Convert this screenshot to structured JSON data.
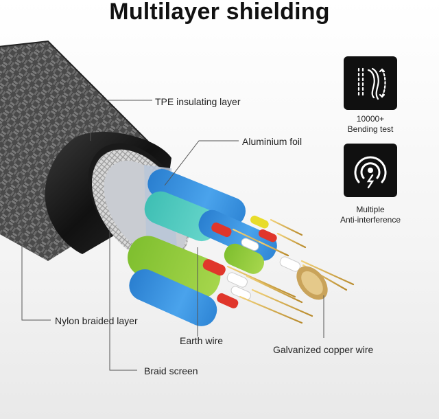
{
  "title": "Multilayer shielding",
  "labels": {
    "tpe": "TPE insulating layer",
    "foil": "Aluminium foil",
    "nylon": "Nylon braided layer",
    "earth": "Earth wire",
    "braid": "Braid screen",
    "copper": "Galvanized copper wire"
  },
  "badges": [
    {
      "icon": "bending-icon",
      "line1": "10000+",
      "line2": "Bending test"
    },
    {
      "icon": "shield-signal-icon",
      "line1": "Multiple",
      "line2": "Anti-interference"
    }
  ]
}
